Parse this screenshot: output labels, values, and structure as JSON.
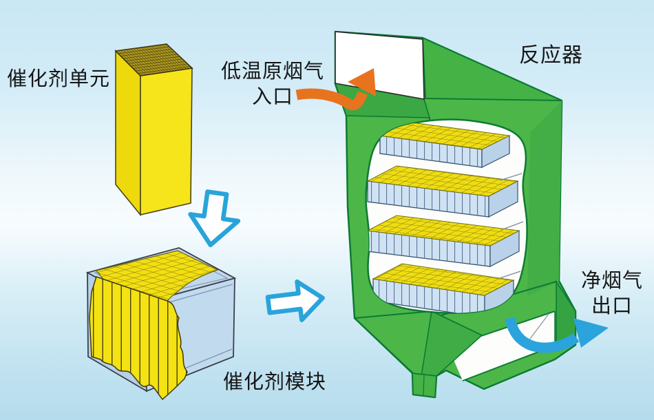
{
  "diagram": {
    "type": "scr-denox-reactor-process-diagram",
    "labels": {
      "catalyst_unit": "催化剂单元",
      "flue_gas_inlet_line1": "低温原烟气",
      "flue_gas_inlet_line2": "入口",
      "reactor": "反应器",
      "catalyst_module": "催化剂模块",
      "clean_gas_outlet_line1": "净烟气",
      "clean_gas_outlet_line2": "出口"
    },
    "colors": {
      "background_top_blue": "#cbe8f5",
      "background_bottom_blue": "#b5dcec",
      "reactor_green": "#4CB748",
      "reactor_outline_green": "#0C7A33",
      "catalyst_yellow": "#F5E216",
      "module_casing_blue": "#C2DAEE",
      "inlet_arrow_orange": "#E8731F",
      "flow_arrow_blue": "#2BA3DC",
      "label_text": "#161616",
      "interior_white": "#FDFDFB"
    }
  }
}
